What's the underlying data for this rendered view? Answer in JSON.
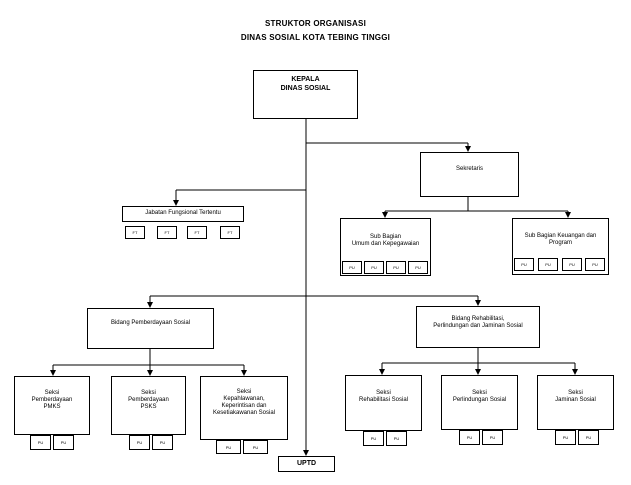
{
  "title_line1": "STRUKTOR ORGANISASI",
  "title_line2": "DINAS SOSIAL KOTA TEBING TINGGI",
  "kepala": [
    "KEPALA",
    "DINAS SOSIAL"
  ],
  "sekretaris": [
    "Sekretaris"
  ],
  "jabatan_fungsional": [
    "Jabatan Fungsional Tertentu"
  ],
  "subbag_umum": [
    "Sub Bagian",
    "Umum dan Kepegawaian"
  ],
  "subbag_keuangan": [
    "Sub Bagian Keuangan dan",
    "Program"
  ],
  "bidang_pemberdayaan": [
    "Bidang Pemberdayaan Sosial"
  ],
  "bidang_rehabilitasi": [
    "Bidang Rehabilitasi,",
    "Perlindungan dan Jaminan Sosial"
  ],
  "seksi_pmks": [
    "Seksi",
    "Pemberdayaan",
    "PMKS"
  ],
  "seksi_psks": [
    "Seksi",
    "Pemberdayaan",
    "PSKS"
  ],
  "seksi_kepahlawanan": [
    "Seksi",
    "Kepahlawanan,",
    "Keperintisan dan",
    "Kesetiakawanan Sosial"
  ],
  "seksi_rehabilitasi": [
    "Seksi",
    "Rehabilitasi Sosial"
  ],
  "seksi_perlindungan": [
    "Seksi",
    "Perlindungan Sosial"
  ],
  "seksi_jaminan": [
    "Seksi",
    "Jaminan Sosial"
  ],
  "uptd": [
    "UPTD"
  ],
  "ft_label": "FT",
  "pu_label": "PU",
  "colors": {
    "line": "#000000",
    "box_border": "#000000",
    "background": "#ffffff"
  }
}
